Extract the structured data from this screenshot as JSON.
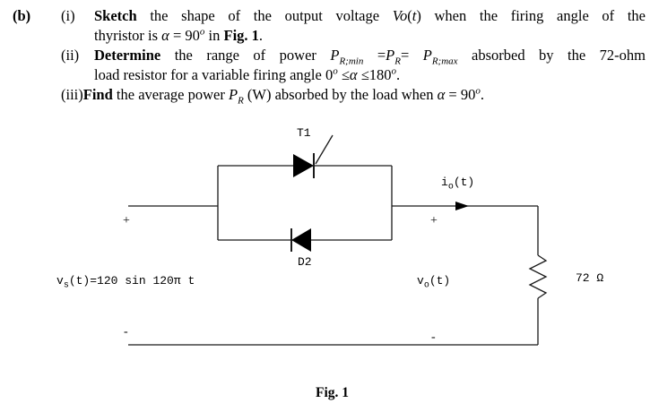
{
  "question": {
    "part_label": "(b)",
    "items": [
      {
        "number": "(i)",
        "lines": [
          [
            {
              "t": "Sketch",
              "s": "b"
            },
            {
              "t": " the shape of the output voltage ",
              "s": "n"
            },
            {
              "t": "Vo",
              "s": "i"
            },
            {
              "t": "(",
              "s": "n"
            },
            {
              "t": "t",
              "s": "i"
            },
            {
              "t": ") when the firing angle of the",
              "s": "n"
            }
          ],
          [
            {
              "t": "thyristor is ",
              "s": "n"
            },
            {
              "t": "α",
              "s": "i"
            },
            {
              "t": " = 90",
              "s": "n"
            },
            {
              "t": "o",
              "s": "sup"
            },
            {
              "t": " in ",
              "s": "n"
            },
            {
              "t": "Fig. 1",
              "s": "b"
            },
            {
              "t": ".",
              "s": "n"
            }
          ]
        ]
      },
      {
        "number": "(ii)",
        "lines": [
          [
            {
              "t": "Determine",
              "s": "b"
            },
            {
              "t": " the range of power ",
              "s": "n"
            },
            {
              "t": "P",
              "s": "i"
            },
            {
              "t": "R;min",
              "s": "sub"
            },
            {
              "t": " =",
              "s": "n"
            },
            {
              "t": "P",
              "s": "i"
            },
            {
              "t": "R",
              "s": "sub"
            },
            {
              "t": "= ",
              "s": "n"
            },
            {
              "t": "P",
              "s": "i"
            },
            {
              "t": "R;max",
              "s": "sub"
            },
            {
              "t": " absorbed by the 72-ohm",
              "s": "n"
            }
          ],
          [
            {
              "t": "load resistor for a variable firing angle 0",
              "s": "n"
            },
            {
              "t": "o",
              "s": "sup"
            },
            {
              "t": " ≤",
              "s": "n"
            },
            {
              "t": "α",
              "s": "i"
            },
            {
              "t": " ≤180",
              "s": "n"
            },
            {
              "t": "o",
              "s": "sup"
            },
            {
              "t": ".",
              "s": "n"
            }
          ]
        ]
      },
      {
        "number": "(iii)",
        "lines": [
          [
            {
              "t": "Find",
              "s": "b"
            },
            {
              "t": " the average power ",
              "s": "n"
            },
            {
              "t": "P",
              "s": "i"
            },
            {
              "t": "R",
              "s": "sub"
            },
            {
              "t": " (W) absorbed by the load when ",
              "s": "n"
            },
            {
              "t": "α",
              "s": "i"
            },
            {
              "t": " = 90",
              "s": "n"
            },
            {
              "t": "o",
              "s": "sup"
            },
            {
              "t": ".",
              "s": "n"
            }
          ]
        ]
      }
    ]
  },
  "circuit": {
    "thyristor_label": "T1",
    "diode_label": "D2",
    "source_label": {
      "pre": "v",
      "sub": "s",
      "post": "(t)=120 sin 120π t"
    },
    "current_label": {
      "pre": "i",
      "sub": "o",
      "post": "(t)"
    },
    "output_label": {
      "pre": "v",
      "sub": "o",
      "post": "(t)"
    },
    "resistor_label": "72 Ω",
    "plus_left": "+",
    "minus_left": "-",
    "plus_right": "+",
    "minus_right": "-",
    "caption": "Fig. 1"
  }
}
